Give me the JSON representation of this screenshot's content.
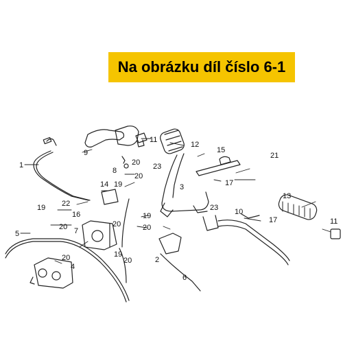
{
  "banner": {
    "text": "Na obrázku díl číslo 6-1",
    "color": "#f5c400"
  },
  "diagram": {
    "callouts": [
      "1",
      "2",
      "3",
      "4",
      "5",
      "6",
      "7",
      "8",
      "9",
      "10",
      "11",
      "11",
      "12",
      "13",
      "14",
      "15",
      "16",
      "17",
      "17",
      "19",
      "19",
      "19",
      "19",
      "20",
      "20",
      "20",
      "20",
      "20",
      "20",
      "20",
      "21",
      "22",
      "23",
      "23"
    ]
  }
}
